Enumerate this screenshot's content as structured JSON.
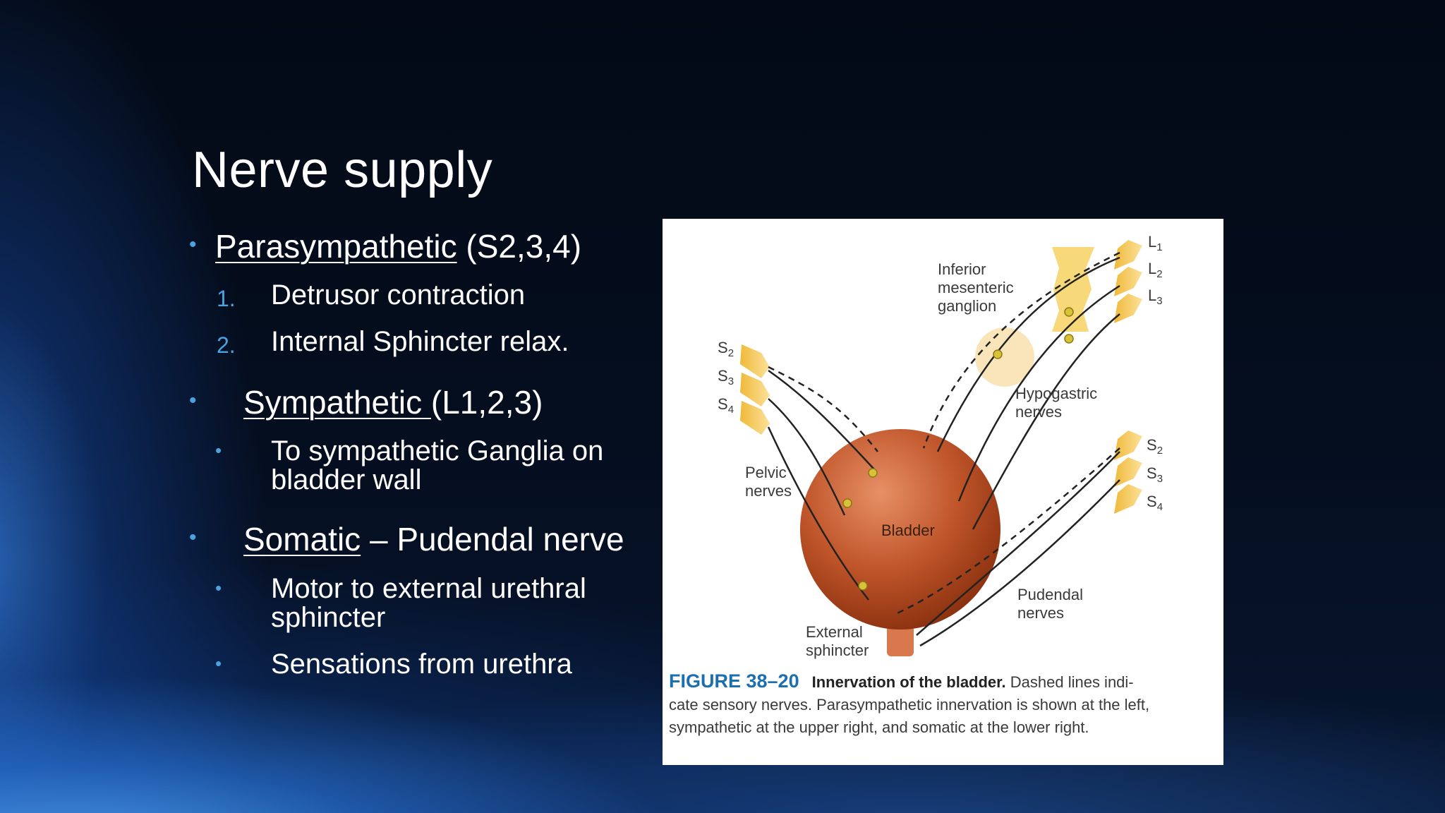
{
  "slide": {
    "title": "Nerve supply",
    "bullets": [
      {
        "heading": "Parasympathetic",
        "suffix": " (S2,3,4)",
        "items": [
          "Detrusor contraction",
          "Internal Sphincter relax."
        ],
        "markers": [
          "1.",
          "2."
        ]
      },
      {
        "heading": "Sympathetic ",
        "suffix": "(L1,2,3)",
        "items": [
          "To sympathetic Ganglia on",
          "bladder wall"
        ]
      },
      {
        "heading": "Somatic",
        "suffix": " – Pudendal nerve",
        "items": [
          "Motor to external urethral",
          "sphincter",
          "Sensations from urethra"
        ]
      }
    ]
  },
  "figure": {
    "labels": {
      "imgL1": "L",
      "imgL1sub": "1",
      "imgL2": "L",
      "imgL2sub": "2",
      "imgL3": "L",
      "imgL3sub": "3",
      "imgS2l": "S",
      "imgS2lsub": "2",
      "imgS3l": "S",
      "imgS3lsub": "3",
      "imgS4l": "S",
      "imgS4lsub": "4",
      "imgS2r": "S",
      "imgS2rsub": "2",
      "imgS3r": "S",
      "imgS3rsub": "3",
      "imgS4r": "S",
      "imgS4rsub": "4",
      "inferior": [
        "Inferior",
        "mesenteric",
        "ganglion"
      ],
      "hypogastric": [
        "Hypogastric",
        "nerves"
      ],
      "pelvic": [
        "Pelvic",
        "nerves"
      ],
      "bladder": "Bladder",
      "pudendal": [
        "Pudendal",
        "nerves"
      ],
      "external": [
        "External",
        "sphincter"
      ]
    },
    "caption": {
      "number": "FIGURE 38–20",
      "title": "Innervation of the bladder.",
      "line1_rest": " Dashed lines indi-",
      "line2": "cate sensory nerves. Parasympathetic innervation is shown at the left,",
      "line3": "sympathetic at the upper right, and somatic at the lower right."
    },
    "colors": {
      "bladder": "#c0552a",
      "nerve_root": "#f2c94c",
      "ganglion": "#f5d38a"
    }
  }
}
